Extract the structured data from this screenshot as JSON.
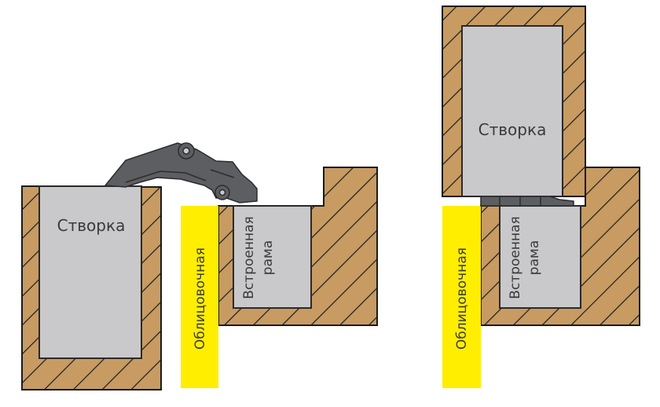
{
  "colors": {
    "wood": "#c79b62",
    "hatch": "#1b1b1b",
    "panel": "#c9c9cb",
    "panel_edge": "#2a2a2a",
    "cladding": "#ffee00",
    "hinge": "#5d5e61",
    "hinge_edge": "#2c2c2e",
    "text": "#3a3a3a"
  },
  "left_view": {
    "sash_label": "Створка",
    "frame_label_line1": "Встроенная",
    "frame_label_line2": "рама",
    "cladding_label": "Облицовочная"
  },
  "right_view": {
    "sash_label": "Створка",
    "frame_label_line1": "Встроенная",
    "frame_label_line2": "рама",
    "cladding_label": "Облицовочная"
  }
}
